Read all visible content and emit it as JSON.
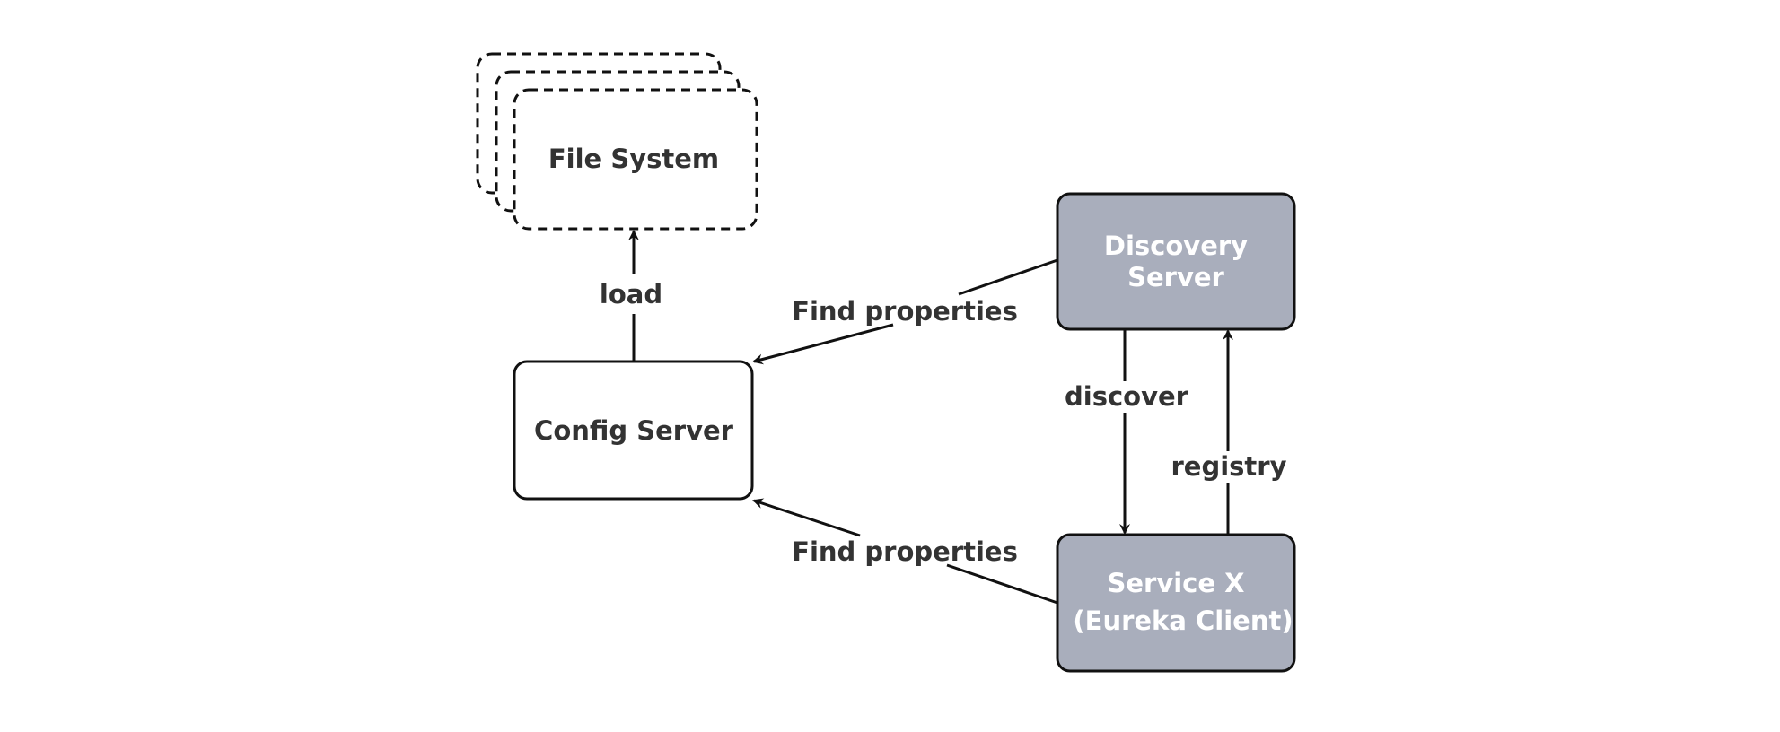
{
  "nodes": {
    "file_system": {
      "label": "File System"
    },
    "config_server": {
      "label": "Config Server"
    },
    "discovery_server": {
      "line1": "Discovery",
      "line2": "Server"
    },
    "service_x": {
      "line1": "Service X",
      "line2": "(Eureka Client)"
    }
  },
  "edges": {
    "load": "load",
    "find_properties_discovery": "Find properties",
    "find_properties_service": "Find properties",
    "discover": "discover",
    "registry": "registry"
  },
  "colors": {
    "stroke": "#111111",
    "service_fill": "#a9aebc",
    "text_dark": "#333333",
    "text_light": "#ffffff",
    "background": "#ffffff"
  }
}
